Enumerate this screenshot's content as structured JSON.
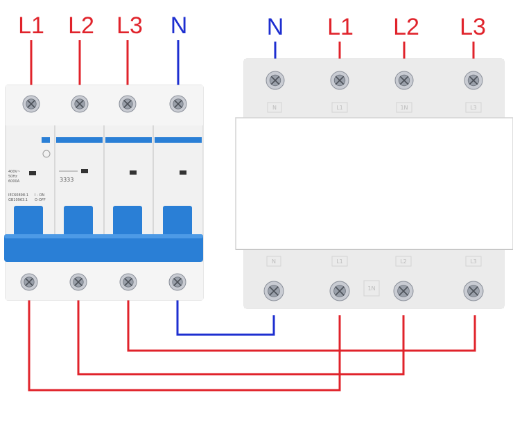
{
  "colors": {
    "phase": "#e0232b",
    "neutral": "#1e2fd0",
    "breaker_blue": "#2a7fd6",
    "housing": "#f1f1f1",
    "meter_housing": "#e8e8e8"
  },
  "breaker": {
    "labels": [
      "L1",
      "L2",
      "L3",
      "N"
    ],
    "spec_lines": [
      "400V~",
      "50Hz",
      "6000A"
    ],
    "std_lines": [
      "IEC60898-1",
      "GB10963.1"
    ],
    "onoff_lines": [
      "I - ON",
      "O-OFF"
    ],
    "diagram_text": "3333"
  },
  "meter": {
    "top_labels": [
      "N",
      "L1",
      "L2",
      "L3"
    ],
    "top_marks": [
      "N",
      "L1",
      "1N",
      "L3"
    ],
    "bottom_marks": [
      "N",
      "L1",
      "L2",
      "L3"
    ],
    "mid_mark": "1N"
  }
}
